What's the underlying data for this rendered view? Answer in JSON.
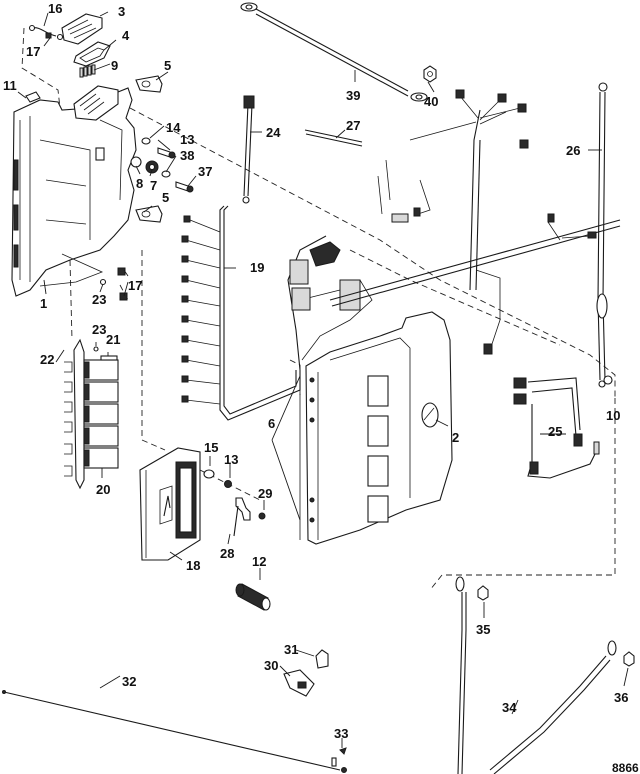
{
  "diagram": {
    "title": "Electrical components exploded view",
    "reference_number": "8866",
    "callouts": [
      {
        "id": "1",
        "label": "1"
      },
      {
        "id": "2",
        "label": "2"
      },
      {
        "id": "3",
        "label": "3"
      },
      {
        "id": "4",
        "label": "4"
      },
      {
        "id": "5a",
        "label": "5"
      },
      {
        "id": "5b",
        "label": "5"
      },
      {
        "id": "6",
        "label": "6"
      },
      {
        "id": "7",
        "label": "7"
      },
      {
        "id": "8",
        "label": "8"
      },
      {
        "id": "9",
        "label": "9"
      },
      {
        "id": "10",
        "label": "10"
      },
      {
        "id": "11",
        "label": "11"
      },
      {
        "id": "12",
        "label": "12"
      },
      {
        "id": "13a",
        "label": "13"
      },
      {
        "id": "13b",
        "label": "13"
      },
      {
        "id": "14",
        "label": "14"
      },
      {
        "id": "15",
        "label": "15"
      },
      {
        "id": "16",
        "label": "16"
      },
      {
        "id": "17a",
        "label": "17"
      },
      {
        "id": "17b",
        "label": "17"
      },
      {
        "id": "18",
        "label": "18"
      },
      {
        "id": "19",
        "label": "19"
      },
      {
        "id": "20",
        "label": "20"
      },
      {
        "id": "21",
        "label": "21"
      },
      {
        "id": "22",
        "label": "22"
      },
      {
        "id": "23a",
        "label": "23"
      },
      {
        "id": "23b",
        "label": "23"
      },
      {
        "id": "24",
        "label": "24"
      },
      {
        "id": "25",
        "label": "25"
      },
      {
        "id": "26",
        "label": "26"
      },
      {
        "id": "27",
        "label": "27"
      },
      {
        "id": "28",
        "label": "28"
      },
      {
        "id": "29",
        "label": "29"
      },
      {
        "id": "30",
        "label": "30"
      },
      {
        "id": "31",
        "label": "31"
      },
      {
        "id": "32",
        "label": "32"
      },
      {
        "id": "33",
        "label": "33"
      },
      {
        "id": "34",
        "label": "34"
      },
      {
        "id": "35",
        "label": "35"
      },
      {
        "id": "36",
        "label": "36"
      },
      {
        "id": "37",
        "label": "37"
      },
      {
        "id": "38",
        "label": "38"
      },
      {
        "id": "39",
        "label": "39"
      },
      {
        "id": "40",
        "label": "40"
      }
    ]
  }
}
